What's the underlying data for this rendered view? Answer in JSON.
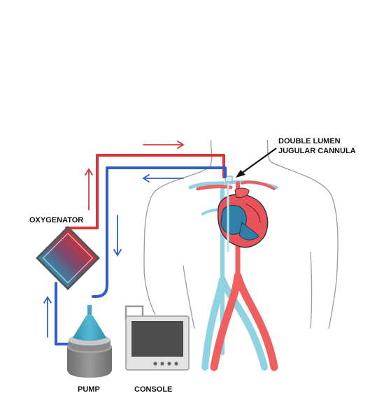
{
  "labels": {
    "cannula_line1": "DOUBLE LUMEN",
    "cannula_line2": "JUGULAR CANNULA",
    "oxygenator": "OXYGENATOR",
    "pump": "PUMP",
    "console": "CONSOLE"
  },
  "colors": {
    "oxygenated_blood": "#d9343a",
    "deoxygenated_blood": "#2f5fc4",
    "artery": "#ef5f5f",
    "vein": "#8fd3e3",
    "pump_cone": "#43a6c4",
    "console_body": "#e3e3e3",
    "console_screen": "#4d4d4d",
    "body_outline": "#9a9a9a"
  }
}
